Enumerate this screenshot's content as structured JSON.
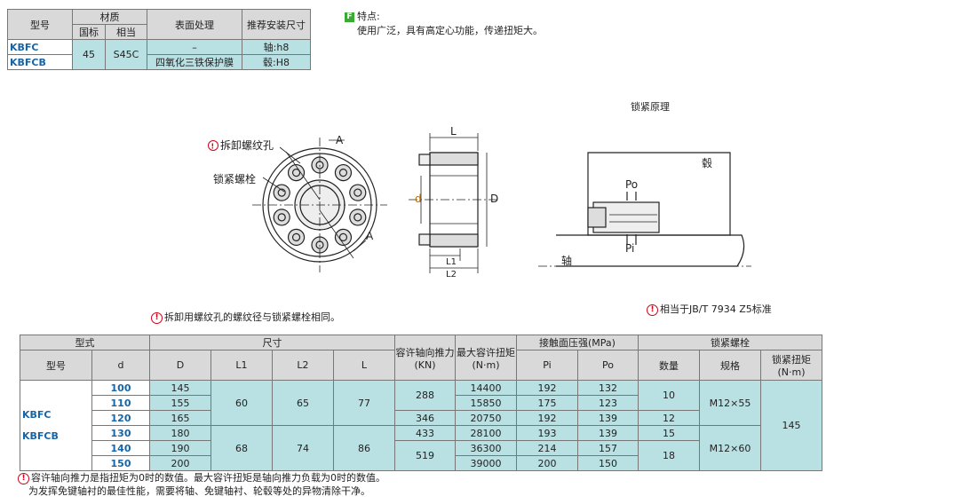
{
  "material_table": {
    "headers": {
      "model": "型号",
      "material": "材质",
      "national": "国标",
      "equivalent": "相当",
      "surface": "表面处理",
      "fit": "推荐安装尺寸"
    },
    "models": [
      "KBFC",
      "KBFCB"
    ],
    "national": "45",
    "equivalent": "S45C",
    "surface": [
      "–",
      "四氧化三铁保护膜"
    ],
    "fit": [
      "轴:h8",
      "毂:H8"
    ]
  },
  "features": {
    "badge": "F",
    "title": "特点:",
    "text": "使用广泛，具有高定心功能，传递扭矩大。"
  },
  "drawing": {
    "labels": {
      "removal_hole": "拆卸螺纹孔",
      "lock_bolt": "锁紧螺栓",
      "A": "A",
      "L": "L",
      "d": "d",
      "D": "D",
      "L1": "L1",
      "L2": "L2",
      "principle_title": "锁紧原理",
      "hub": "毂",
      "shaft": "轴",
      "Po": "Po",
      "Pi": "Pi"
    },
    "notes": {
      "removal_note": "拆卸用螺纹孔的螺纹径与锁紧螺栓相同。",
      "standard_note": "相当于JB/T 7934 Z5标准"
    }
  },
  "spec_table": {
    "headers": {
      "type": "型式",
      "size": "尺寸",
      "axial": "容许轴向推力(KN)",
      "max_torque": "最大容许扭矩(N·m)",
      "pressure": "接触面压强(MPa)",
      "bolt": "锁紧螺栓",
      "model": "型号",
      "d": "d",
      "D": "D",
      "L1": "L1",
      "L2": "L2",
      "L": "L",
      "Pi": "Pi",
      "Po": "Po",
      "qty": "数量",
      "spec": "规格",
      "bolt_torque": "锁紧扭矩(N·m)"
    },
    "models": [
      "KBFC",
      "KBFCB"
    ],
    "rows": [
      {
        "d": "100",
        "D": "145",
        "max_torque": "14400",
        "Pi": "192",
        "Po": "132"
      },
      {
        "d": "110",
        "D": "155",
        "max_torque": "15850",
        "Pi": "175",
        "Po": "123"
      },
      {
        "d": "120",
        "D": "165",
        "max_torque": "20750",
        "Pi": "192",
        "Po": "139"
      },
      {
        "d": "130",
        "D": "180",
        "max_torque": "28100",
        "Pi": "193",
        "Po": "139"
      },
      {
        "d": "140",
        "D": "190",
        "max_torque": "36300",
        "Pi": "214",
        "Po": "157"
      },
      {
        "d": "150",
        "D": "200",
        "max_torque": "39000",
        "Pi": "200",
        "Po": "150"
      }
    ],
    "groupA": {
      "L1": "60",
      "L2": "65",
      "L": "77"
    },
    "groupB": {
      "L1": "68",
      "L2": "74",
      "L": "86"
    },
    "axial": [
      "288",
      "346",
      "433",
      "519"
    ],
    "qty": [
      "10",
      "12",
      "15",
      "18"
    ],
    "spec": [
      "M12×55",
      "M12×60"
    ],
    "bolt_torque": "145"
  },
  "footnotes": {
    "line1": "容许轴向推力是指扭矩为0时的数值。最大容许扭矩是轴向推力负载为0时的数值。",
    "line2": "为发挥免键轴衬的最佳性能，需要将轴、免键轴衬、轮毂等处的异物清除干净。"
  }
}
